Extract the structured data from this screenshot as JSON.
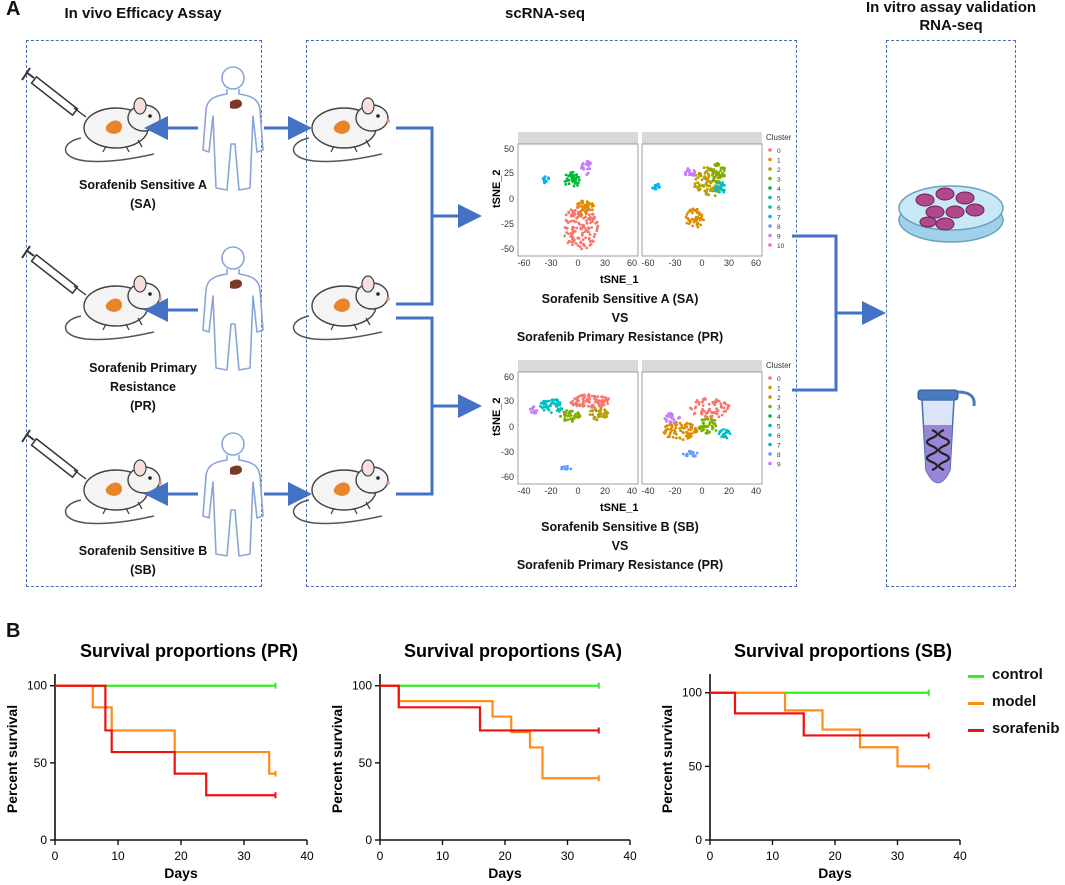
{
  "panel_a": {
    "letter": "A",
    "sections": {
      "in_vivo_title": "In vivo Efficacy Assay",
      "scrna_title": "scRNA-seq",
      "in_vitro_title_1": "In vitro assay validation",
      "in_vitro_title_2": "RNA-seq"
    },
    "mouse_labels": {
      "sa_1": "Sorafenib Sensitive A",
      "sa_2": "(SA)",
      "pr_1": "Sorafenib Primary",
      "pr_2": "Resistance",
      "pr_3": "(PR)",
      "sb_1": "Sorafenib Sensitive B",
      "sb_2": "(SB)"
    },
    "tsne_top": {
      "ylabel": "tSNE_2",
      "xlabel": "tSNE_1",
      "yticks": [
        "50",
        "25",
        "0",
        "-25",
        "-50"
      ],
      "xticks_left": [
        "-60",
        "-30",
        "0",
        "30",
        "60"
      ],
      "xticks_right": [
        "-60",
        "-30",
        "0",
        "30",
        "60"
      ],
      "legend_title": "Cluster",
      "clusters": [
        "0",
        "1",
        "2",
        "3",
        "4",
        "5",
        "6",
        "7",
        "8",
        "9",
        "10"
      ],
      "caption_1": "Sorafenib Sensitive A (SA)",
      "caption_2": "VS",
      "caption_3": "Sorafenib Primary Resistance (PR)"
    },
    "tsne_bottom": {
      "ylabel": "tSNE_2",
      "xlabel": "tSNE_1",
      "yticks": [
        "60",
        "30",
        "0",
        "-30",
        "-60"
      ],
      "xticks_left": [
        "-40",
        "-20",
        "0",
        "20",
        "40"
      ],
      "xticks_right": [
        "-40",
        "-20",
        "0",
        "20",
        "40"
      ],
      "legend_title": "Cluster",
      "clusters": [
        "0",
        "1",
        "2",
        "3",
        "4",
        "5",
        "6",
        "7",
        "8",
        "9"
      ],
      "caption_1": "Sorafenib Sensitive B (SB)",
      "caption_2": "VS",
      "caption_3": "Sorafenib Primary Resistance (PR)"
    },
    "cluster_colors": [
      "#f8766d",
      "#de8c00",
      "#b79f00",
      "#7cae00",
      "#00ba38",
      "#00c08b",
      "#00bfc4",
      "#00b4f0",
      "#619cff",
      "#c77cff",
      "#f564e3"
    ]
  },
  "panel_b": {
    "letter": "B",
    "legend": [
      {
        "label": "control",
        "color": "#33ee22"
      },
      {
        "label": "model",
        "color": "#ff8c1a"
      },
      {
        "label": "sorafenib",
        "color": "#ee1111"
      }
    ]
  },
  "chart_data": [
    {
      "type": "line",
      "title": "Survival proportions (PR)",
      "xlabel": "Days",
      "ylabel": "Percent survival",
      "xlim": [
        0,
        40
      ],
      "ylim": [
        0,
        105
      ],
      "xticks": [
        0,
        10,
        20,
        30,
        40
      ],
      "yticks": [
        0,
        50,
        100
      ],
      "series": [
        {
          "name": "control",
          "color": "#33ee22",
          "x": [
            0,
            35
          ],
          "y": [
            100,
            100
          ]
        },
        {
          "name": "model",
          "color": "#ff8c1a",
          "x": [
            0,
            6,
            8,
            9,
            19,
            34,
            35
          ],
          "y": [
            100,
            86,
            86,
            71,
            57,
            43,
            43
          ]
        },
        {
          "name": "sorafenib",
          "color": "#ee1111",
          "x": [
            0,
            8,
            9,
            19,
            24,
            35
          ],
          "y": [
            100,
            71,
            57,
            43,
            29,
            29
          ]
        }
      ]
    },
    {
      "type": "line",
      "title": "Survival proportions (SA)",
      "xlabel": "Days",
      "ylabel": "Percent survival",
      "xlim": [
        0,
        40
      ],
      "ylim": [
        0,
        105
      ],
      "xticks": [
        0,
        10,
        20,
        30,
        40
      ],
      "yticks": [
        0,
        50,
        100
      ],
      "series": [
        {
          "name": "control",
          "color": "#33ee22",
          "x": [
            0,
            35
          ],
          "y": [
            100,
            100
          ]
        },
        {
          "name": "model",
          "color": "#ff8c1a",
          "x": [
            0,
            3,
            18,
            21,
            24,
            26,
            35
          ],
          "y": [
            100,
            90,
            80,
            70,
            60,
            40,
            40
          ]
        },
        {
          "name": "sorafenib",
          "color": "#ee1111",
          "x": [
            0,
            3,
            16,
            35
          ],
          "y": [
            100,
            86,
            71,
            71
          ]
        }
      ]
    },
    {
      "type": "line",
      "title": "Survival proportions (SB)",
      "xlabel": "Days",
      "ylabel": "Percent survival",
      "xlim": [
        0,
        40
      ],
      "ylim": [
        0,
        110
      ],
      "xticks": [
        0,
        10,
        20,
        30,
        40
      ],
      "yticks": [
        0,
        50,
        100
      ],
      "series": [
        {
          "name": "control",
          "color": "#33ee22",
          "x": [
            0,
            35
          ],
          "y": [
            100,
            100
          ]
        },
        {
          "name": "model",
          "color": "#ff8c1a",
          "x": [
            0,
            12,
            18,
            24,
            30,
            35
          ],
          "y": [
            100,
            88,
            75,
            63,
            50,
            50
          ]
        },
        {
          "name": "sorafenib",
          "color": "#ee1111",
          "x": [
            0,
            4,
            15,
            35
          ],
          "y": [
            100,
            86,
            71,
            71
          ]
        }
      ]
    }
  ]
}
